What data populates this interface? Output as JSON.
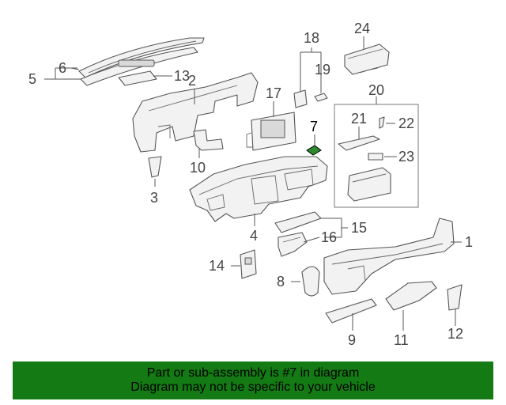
{
  "callouts": {
    "c1": "1",
    "c2": "2",
    "c3": "3",
    "c4": "4",
    "c5": "5",
    "c6": "6",
    "c7": "7",
    "c8": "8",
    "c9": "9",
    "c10": "10",
    "c11": "11",
    "c12": "12",
    "c13": "13",
    "c14": "14",
    "c15": "15",
    "c16": "16",
    "c17": "17",
    "c18": "18",
    "c19": "19",
    "c20": "20",
    "c21": "21",
    "c22": "22",
    "c23": "23",
    "c24": "24"
  },
  "highlighted_part": "7",
  "highlight_color": "#147a14",
  "banner": {
    "line1": "Part or sub-assembly is #7 in diagram",
    "line2": "Diagram may not be specific to your vehicle"
  }
}
